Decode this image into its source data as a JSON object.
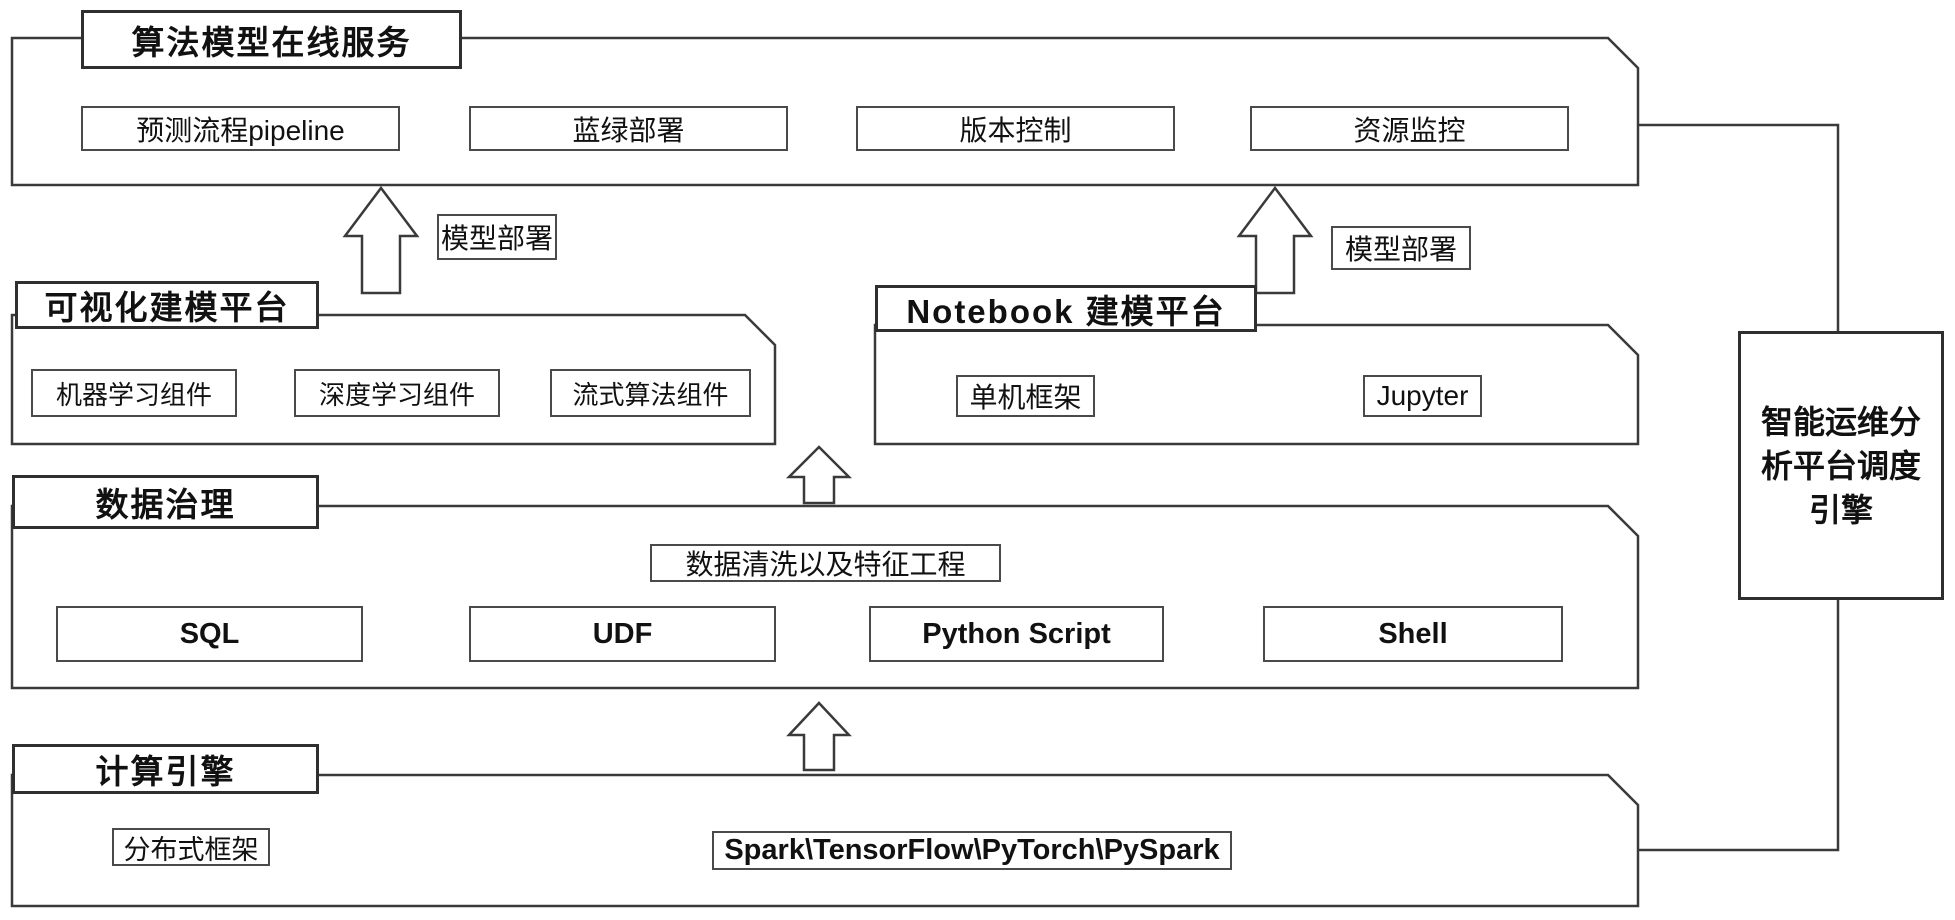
{
  "service": {
    "title": "算法模型在线服务",
    "items": [
      "预测流程pipeline",
      "蓝绿部署",
      "版本控制",
      "资源监控"
    ]
  },
  "deploy": {
    "left_label": "模型部署",
    "right_label": "模型部署"
  },
  "visual": {
    "title": "可视化建模平台",
    "items": [
      "机器学习组件",
      "深度学习组件",
      "流式算法组件"
    ]
  },
  "notebook": {
    "title": "Notebook 建模平台",
    "items": [
      "单机框架",
      "Jupyter"
    ]
  },
  "data_governance": {
    "title": "数据治理",
    "process_label": "数据清洗以及特征工程",
    "items": [
      "SQL",
      "UDF",
      "Python Script",
      "Shell"
    ]
  },
  "compute_engine": {
    "title": "计算引擎",
    "framework_label": "分布式框架",
    "frameworks": "Spark\\TensorFlow\\PyTorch\\PySpark"
  },
  "scheduler": {
    "lines": [
      "智能运维分",
      "析平台调度",
      "引擎"
    ],
    "full_text": "智能运维分析平台调度引擎"
  },
  "colors": {
    "line": "#3a3a3a",
    "background": "#ffffff",
    "text": "#111111"
  }
}
